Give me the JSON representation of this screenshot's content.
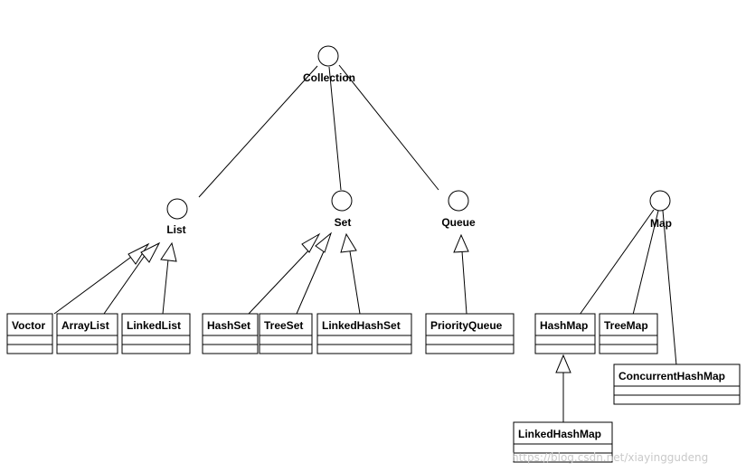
{
  "interfaces": {
    "collection": "Collection",
    "list": "List",
    "set": "Set",
    "queue": "Queue",
    "map": "Map"
  },
  "classes": {
    "vector": "Voctor",
    "arraylist": "ArrayList",
    "linkedlist": "LinkedList",
    "hashset": "HashSet",
    "treeset": "TreeSet",
    "linkedhashset": "LinkedHashSet",
    "priorityqueue": "PriorityQueue",
    "hashmap": "HashMap",
    "treemap": "TreeMap",
    "concurrenthashmap": "ConcurrentHashMap",
    "linkedhashmap": "LinkedHashMap"
  },
  "watermark": "https://blog.csdn.net/xiayinggudeng",
  "colors": {
    "line": "#000000",
    "box_fill": "#ffffff",
    "watermark": "#c9c9c9"
  }
}
